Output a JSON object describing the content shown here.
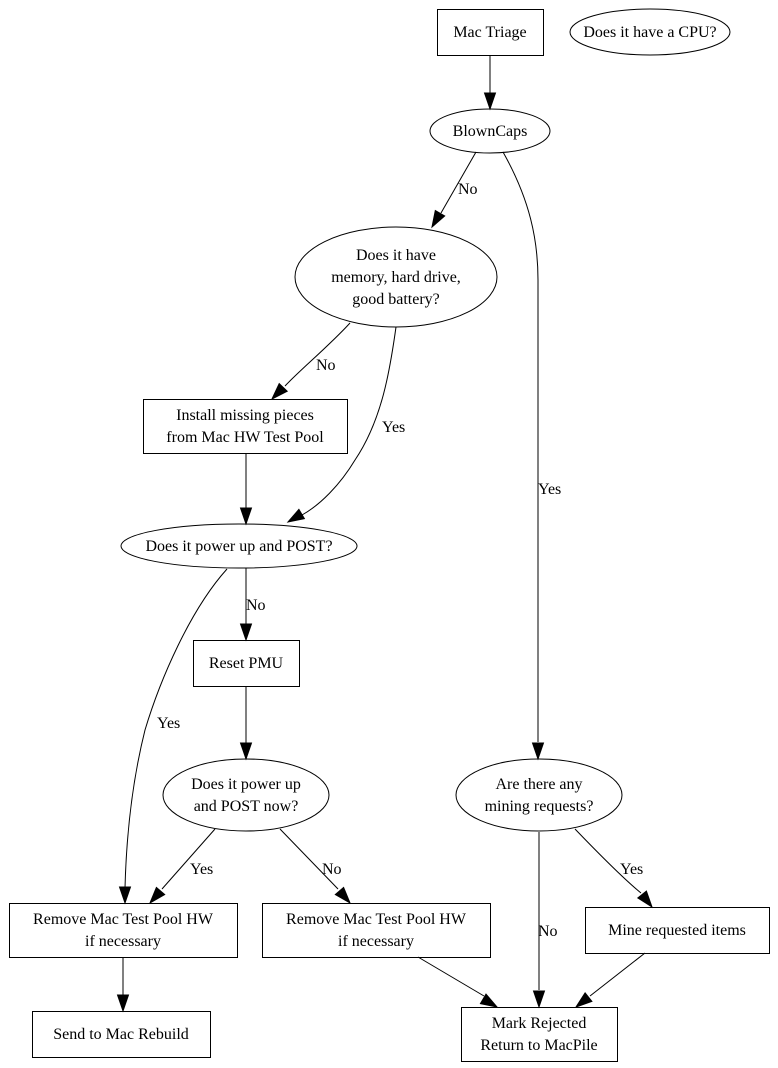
{
  "diagram": {
    "type": "flowchart",
    "nodes": [
      {
        "id": "mac_triage",
        "shape": "box",
        "lines": [
          "Mac Triage"
        ]
      },
      {
        "id": "has_cpu",
        "shape": "ellipse",
        "lines": [
          "Does it have a CPU?"
        ]
      },
      {
        "id": "blown_caps",
        "shape": "ellipse",
        "lines": [
          "BlownCaps"
        ]
      },
      {
        "id": "has_parts",
        "shape": "ellipse",
        "lines": [
          "Does it have",
          "memory, hard drive,",
          "good battery?"
        ]
      },
      {
        "id": "install_missing",
        "shape": "box",
        "lines": [
          "Install missing pieces",
          "from Mac HW Test Pool"
        ]
      },
      {
        "id": "power_post",
        "shape": "ellipse",
        "lines": [
          "Does it power up and POST?"
        ]
      },
      {
        "id": "reset_pmu",
        "shape": "box",
        "lines": [
          "Reset PMU"
        ]
      },
      {
        "id": "power_post_now",
        "shape": "ellipse",
        "lines": [
          "Does it power up",
          "and POST now?"
        ]
      },
      {
        "id": "mining_requests",
        "shape": "ellipse",
        "lines": [
          "Are there any",
          "mining requests?"
        ]
      },
      {
        "id": "remove_hw_yes",
        "shape": "box",
        "lines": [
          "Remove Mac Test Pool HW",
          "if necessary"
        ]
      },
      {
        "id": "remove_hw_no",
        "shape": "box",
        "lines": [
          "Remove Mac Test Pool HW",
          "if necessary"
        ]
      },
      {
        "id": "mine_items",
        "shape": "box",
        "lines": [
          "Mine requested items"
        ]
      },
      {
        "id": "send_rebuild",
        "shape": "box",
        "lines": [
          "Send to Mac Rebuild"
        ]
      },
      {
        "id": "mark_rejected",
        "shape": "box",
        "lines": [
          "Mark Rejected",
          "Return to MacPile"
        ]
      }
    ],
    "edges": [
      {
        "from": "mac_triage",
        "to": "blown_caps",
        "label": ""
      },
      {
        "from": "blown_caps",
        "to": "has_parts",
        "label": "No"
      },
      {
        "from": "blown_caps",
        "to": "mining_requests",
        "label": "Yes"
      },
      {
        "from": "has_parts",
        "to": "install_missing",
        "label": "No"
      },
      {
        "from": "has_parts",
        "to": "power_post",
        "label": "Yes"
      },
      {
        "from": "install_missing",
        "to": "power_post",
        "label": ""
      },
      {
        "from": "power_post",
        "to": "reset_pmu",
        "label": "No"
      },
      {
        "from": "power_post",
        "to": "remove_hw_yes",
        "label": "Yes"
      },
      {
        "from": "reset_pmu",
        "to": "power_post_now",
        "label": ""
      },
      {
        "from": "power_post_now",
        "to": "remove_hw_yes",
        "label": "Yes"
      },
      {
        "from": "power_post_now",
        "to": "remove_hw_no",
        "label": "No"
      },
      {
        "from": "remove_hw_yes",
        "to": "send_rebuild",
        "label": ""
      },
      {
        "from": "remove_hw_no",
        "to": "mark_rejected",
        "label": ""
      },
      {
        "from": "mining_requests",
        "to": "mark_rejected",
        "label": "No"
      },
      {
        "from": "mining_requests",
        "to": "mine_items",
        "label": "Yes"
      },
      {
        "from": "mine_items",
        "to": "mark_rejected",
        "label": ""
      }
    ]
  }
}
